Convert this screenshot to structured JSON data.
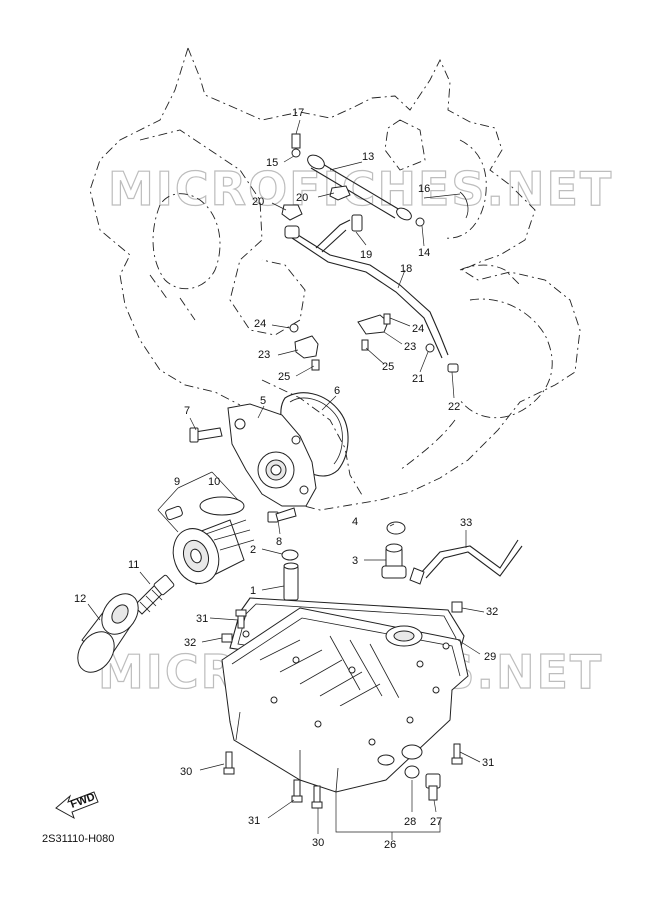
{
  "diagram": {
    "code": "2S31110-H080",
    "fwd_label": "FWD",
    "watermarks": [
      "MICROFICHES.NET",
      "MICROFICHES.NET"
    ],
    "callouts": [
      "1",
      "2",
      "3",
      "4",
      "5",
      "6",
      "7",
      "8",
      "9",
      "10",
      "11",
      "12",
      "13",
      "14",
      "15",
      "16",
      "17",
      "18",
      "19",
      "20",
      "20",
      "21",
      "22",
      "23",
      "23",
      "24",
      "24",
      "25",
      "25",
      "26",
      "27",
      "28",
      "29",
      "30",
      "30",
      "31",
      "31",
      "31",
      "32",
      "32",
      "33"
    ]
  }
}
